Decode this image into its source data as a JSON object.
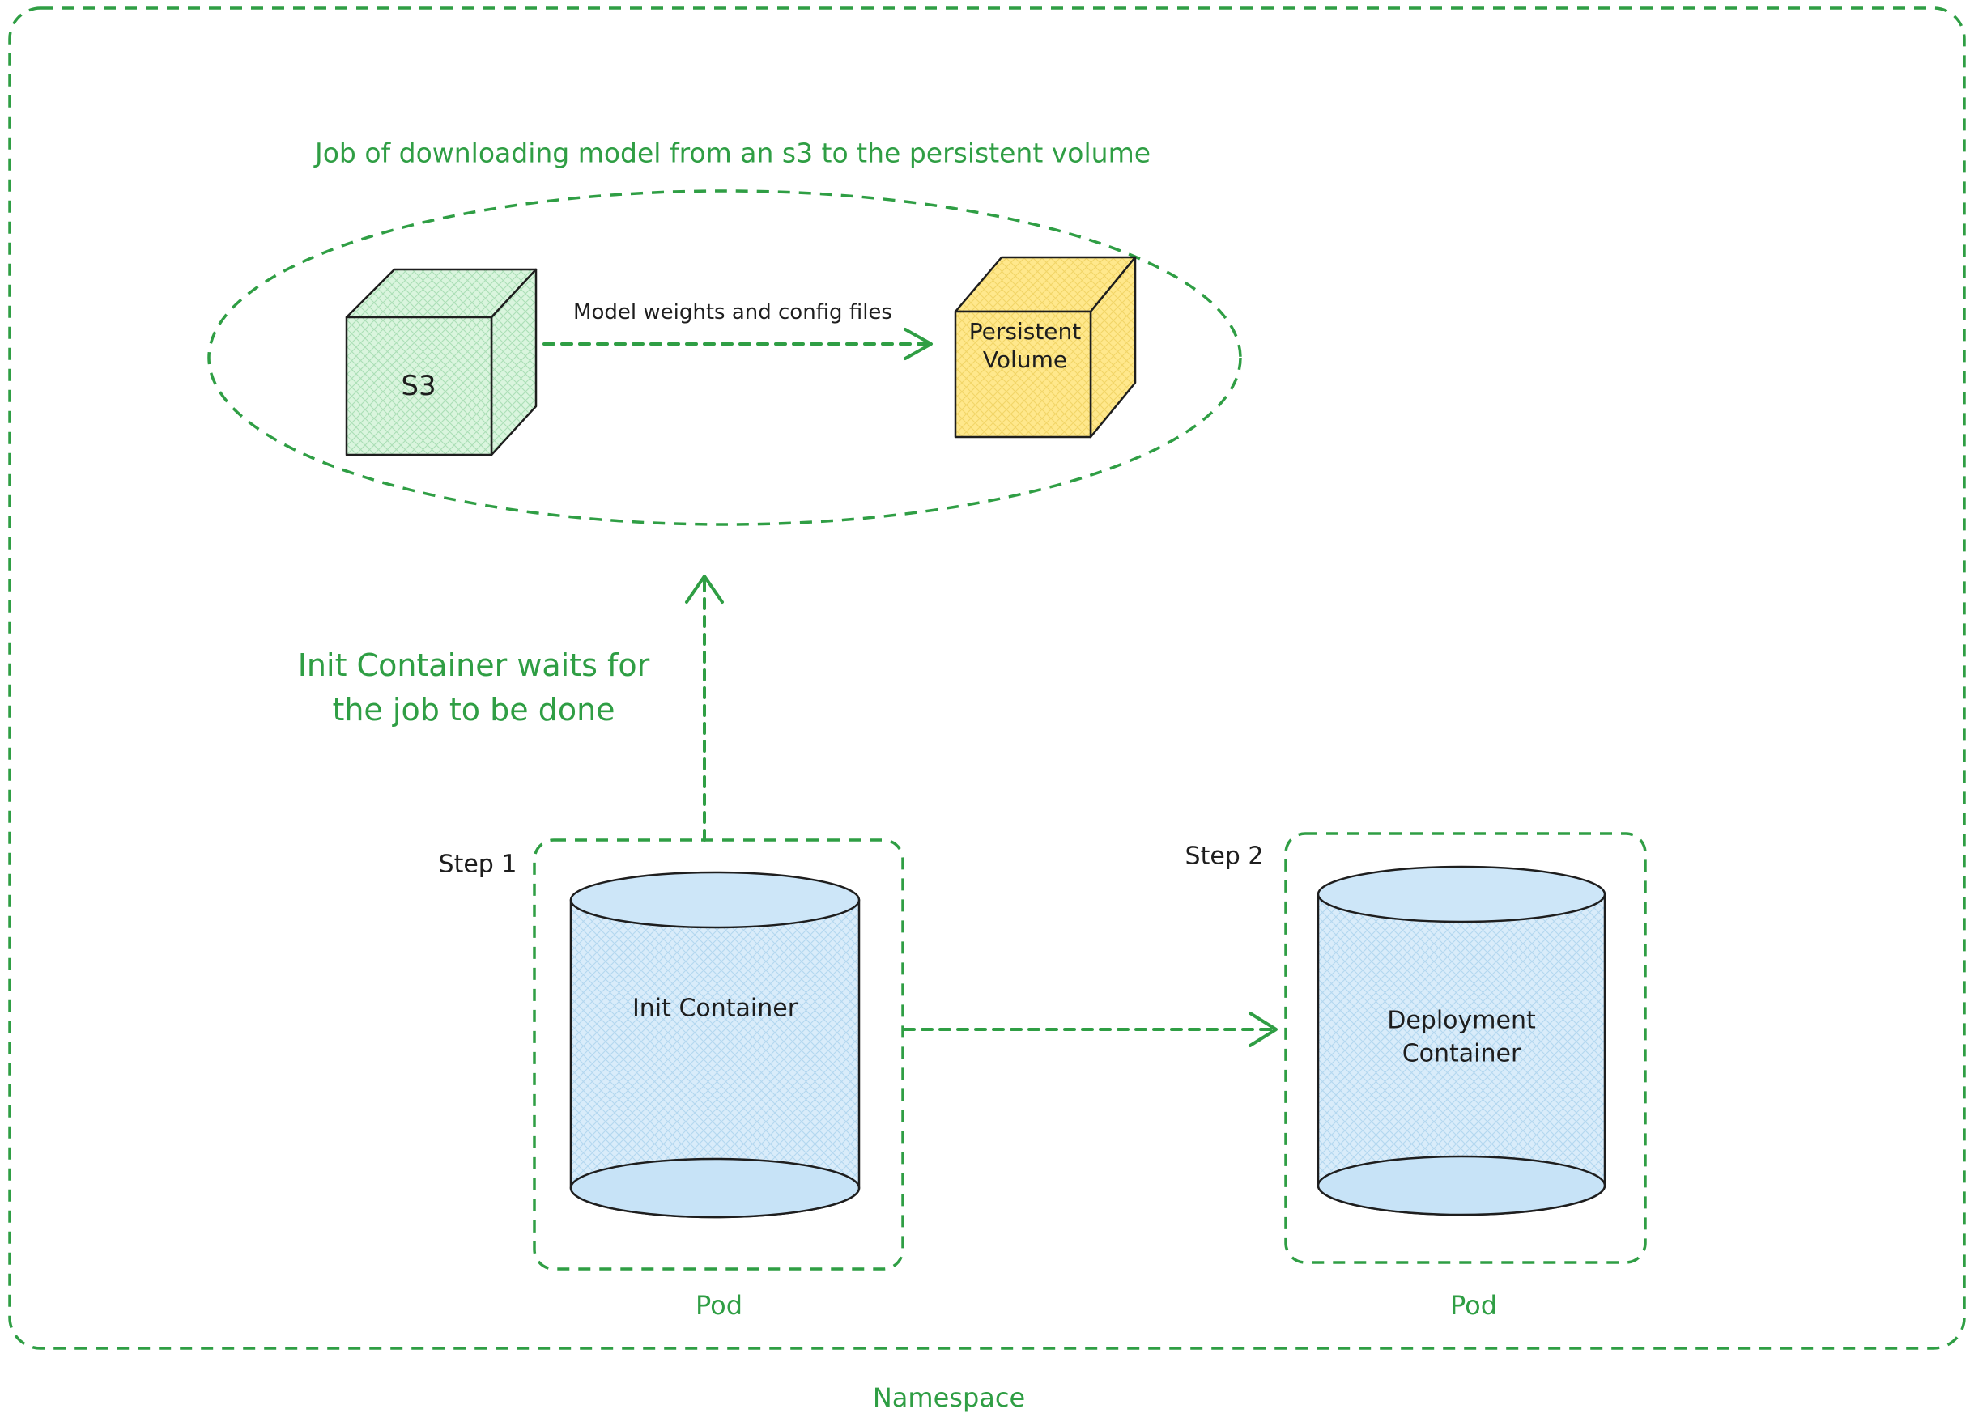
{
  "colors": {
    "diagram_green": "#2f9e44",
    "ink": "#1e1e1e",
    "s3_cube_fill": "#daf5de",
    "persistent_volume_fill": "#ffe88c",
    "cylinder_fill": "#d9ecfa"
  },
  "namespace": {
    "label": "Namespace"
  },
  "job_group": {
    "title": "Job of downloading model from an s3 to the persistent volume",
    "s3_label": "S3",
    "arrow_label": "Model weights and config files",
    "persistent_volume_label_line1": "Persistent",
    "persistent_volume_label_line2": "Volume"
  },
  "wait_note": {
    "line1": "Init Container waits for",
    "line2": "the job to be done"
  },
  "step1": {
    "step_label": "Step 1",
    "container_label": "Init Container",
    "pod_label": "Pod"
  },
  "step2": {
    "step_label": "Step 2",
    "container_label_line1": "Deployment",
    "container_label_line2": "Container",
    "pod_label": "Pod"
  }
}
